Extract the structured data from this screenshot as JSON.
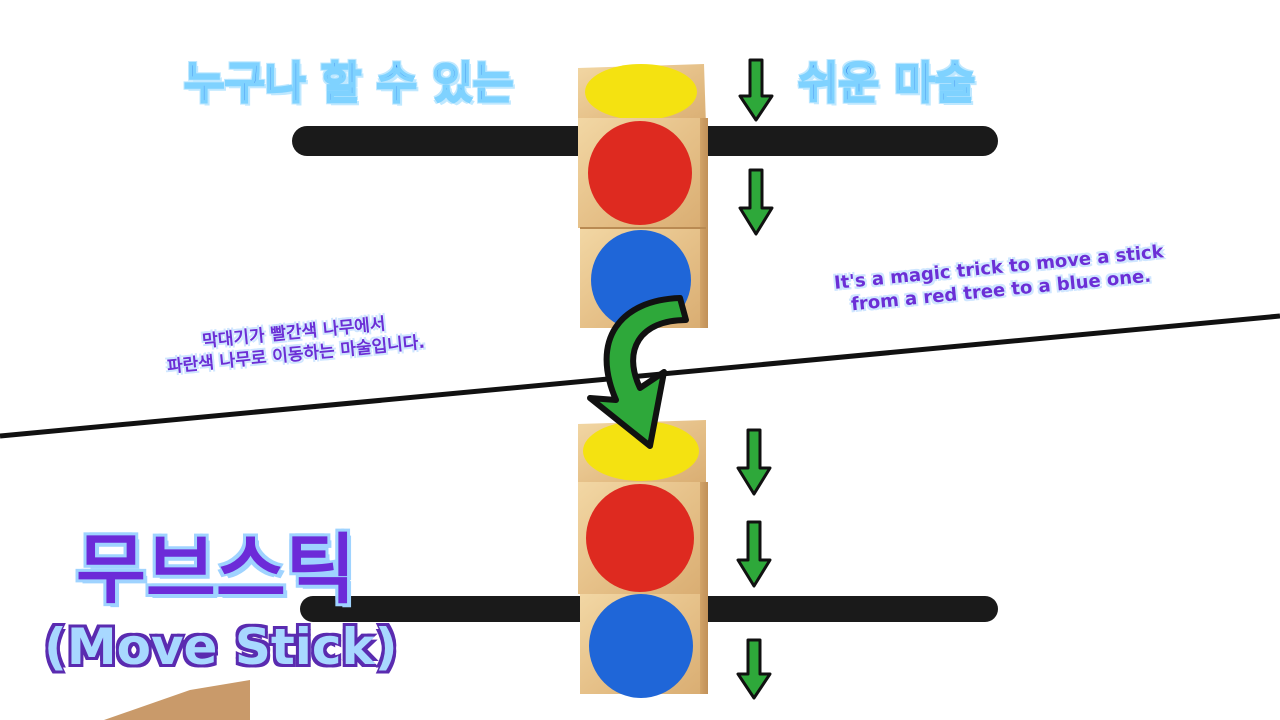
{
  "headline_left": "누구나 할 수 있는",
  "headline_right": "쉬운 마술",
  "caption_ko_line1": "막대기가 빨간색 나무에서",
  "caption_ko_line2": "파란색 나무로 이동하는 마술입니다.",
  "caption_en_line1": "It's a magic trick to move a stick",
  "caption_en_line2": "from a red tree to a blue one.",
  "title_ko": "무브스틱",
  "title_en": "(Move Stick)",
  "colors": {
    "headline_blue": "#1f63e0",
    "caption_purple": "#6b2fd6",
    "dot_yellow": "#f4e211",
    "dot_red": "#de2a20",
    "dot_blue": "#1f66d8",
    "arrow_green": "#2ea83a",
    "wood": "#e9c68e",
    "stick": "#1a1a1a"
  },
  "icons": [
    "down-arrow-icon",
    "curved-arrow-icon"
  ]
}
